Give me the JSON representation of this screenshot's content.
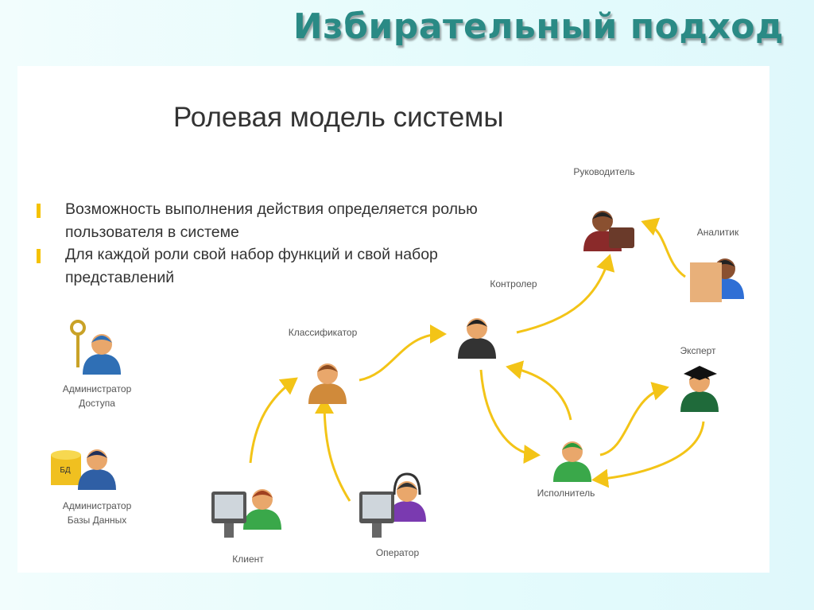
{
  "slide_title": "Избирательный подход",
  "heading": "Ролевая модель системы",
  "bullets": [
    "Возможность выполнения действия определяется ролью пользователя в системе",
    "Для каждой роли свой набор функций и свой набор представлений"
  ],
  "roles": {
    "access_admin": [
      "Администратор",
      "Доступа"
    ],
    "db_admin": [
      "Администратор",
      "Базы Данных"
    ],
    "db_badge": "БД",
    "classifier": "Классификатор",
    "controller": "Контролер",
    "manager": "Руководитель",
    "analyst": "Аналитик",
    "expert": "Эксперт",
    "executor": "Исполнитель",
    "client": "Клиент",
    "operator": "Оператор"
  },
  "colors": {
    "accent": "#f5c200",
    "title": "#2a8a85",
    "arrow": "#f3c417"
  }
}
